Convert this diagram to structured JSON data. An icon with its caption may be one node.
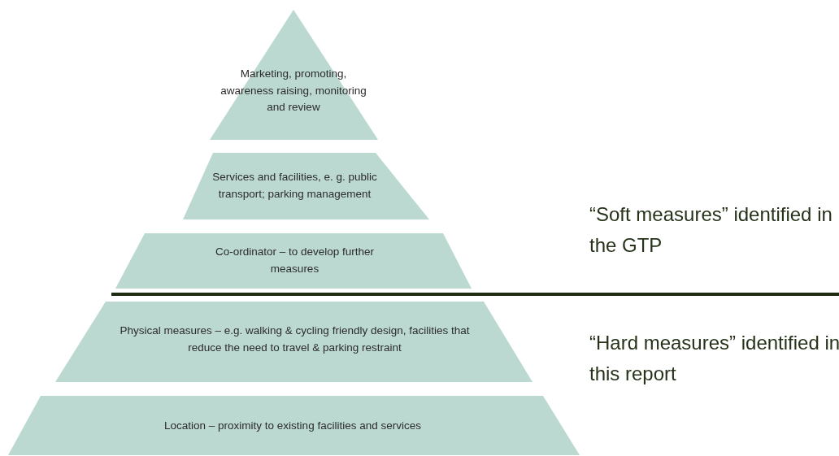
{
  "diagram": {
    "nodes": [
      {
        "text": [
          "Marketing, promoting, awareness raising, monitoring and review"
        ]
      },
      {
        "text": [
          "Services and facilities, e. g. public transport; parking management"
        ]
      },
      {
        "text": [
          "Co-ordinator – to develop further measures"
        ]
      },
      {
        "text": [
          "Physical measures – e.g. walking & cycling friendly design, facilities that reduce the need to travel & parking restraint"
        ]
      },
      {
        "text": [
          "Location – proximity to existing facilities and services"
        ]
      }
    ],
    "edges": [],
    "labels": [
      "“Soft measures” identified in the GTP",
      "“Hard measures” identified in this report"
    ]
  }
}
